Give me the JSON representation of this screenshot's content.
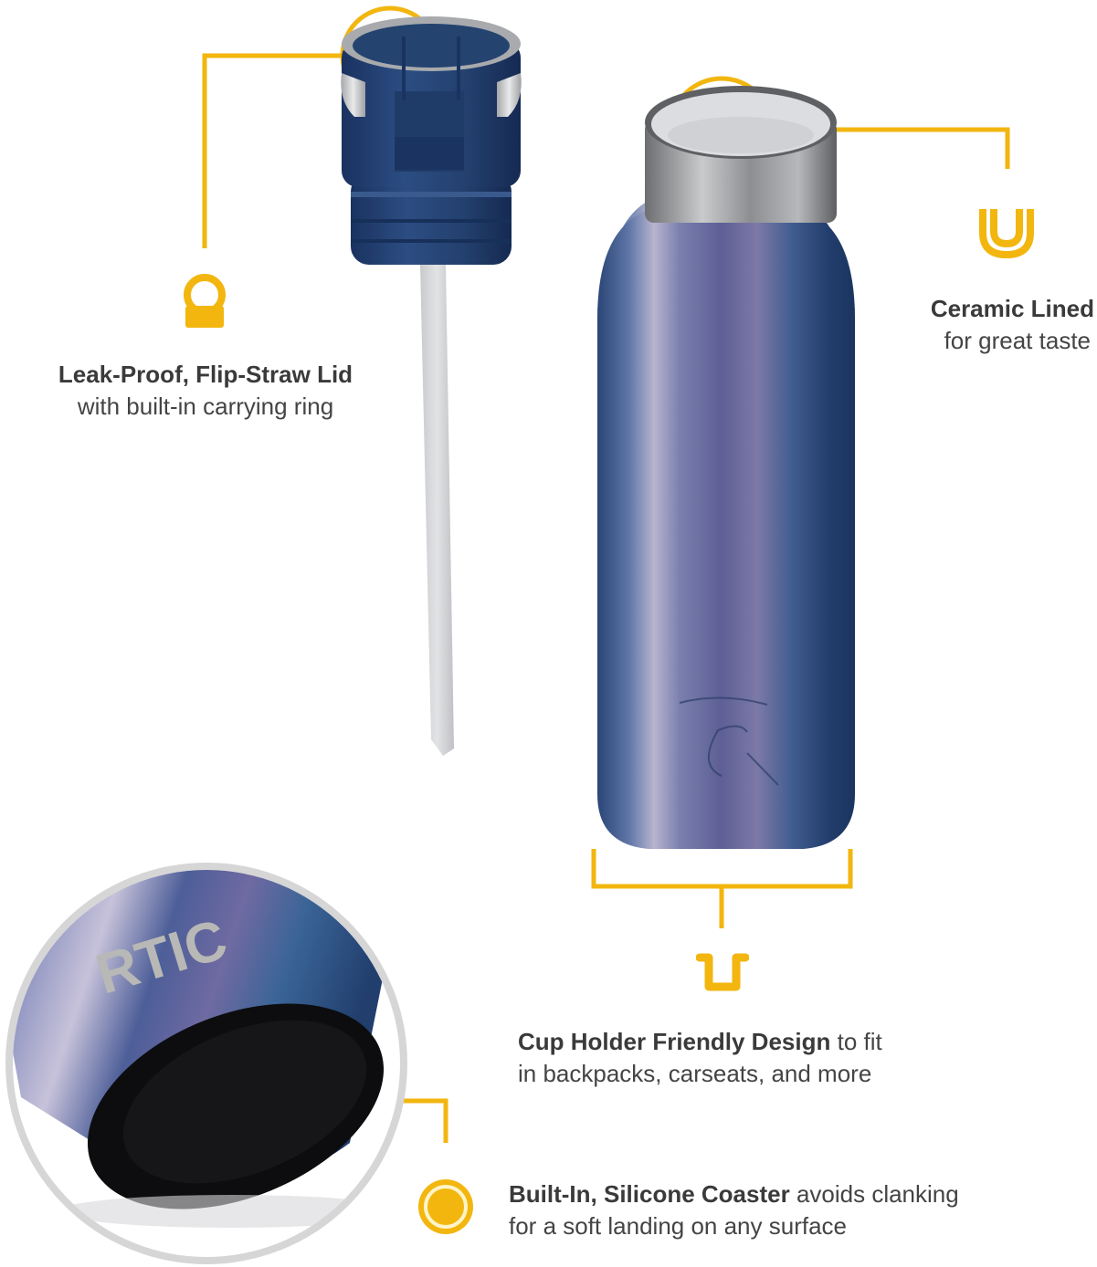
{
  "colors": {
    "accent": "#F2B60F",
    "text": "#3A3A3A",
    "bottle_navy": "#2E4A78",
    "lid_navy": "#23406E",
    "straw": "#D4D6D9",
    "steel": "#9A9B9D"
  },
  "brand": {
    "logo_text": "RTIC"
  },
  "callouts": [
    {
      "id": "lid",
      "icon": "carry-ring-icon",
      "title": "Leak-Proof, Flip-Straw Lid",
      "body": "with built-in carrying ring"
    },
    {
      "id": "ceramic",
      "icon": "ceramic-liner-icon",
      "title": "Ceramic Lined",
      "body": "for great taste"
    },
    {
      "id": "cupholder",
      "icon": "cup-holder-icon",
      "title": "Cup Holder Friendly Design",
      "title_suffix": " to fit",
      "body": "in backpacks, carseats, and more"
    },
    {
      "id": "coaster",
      "icon": "coaster-icon",
      "title": "Built-In, Silicone Coaster",
      "title_suffix": " avoids clanking",
      "body": "for a soft landing on any surface"
    }
  ]
}
